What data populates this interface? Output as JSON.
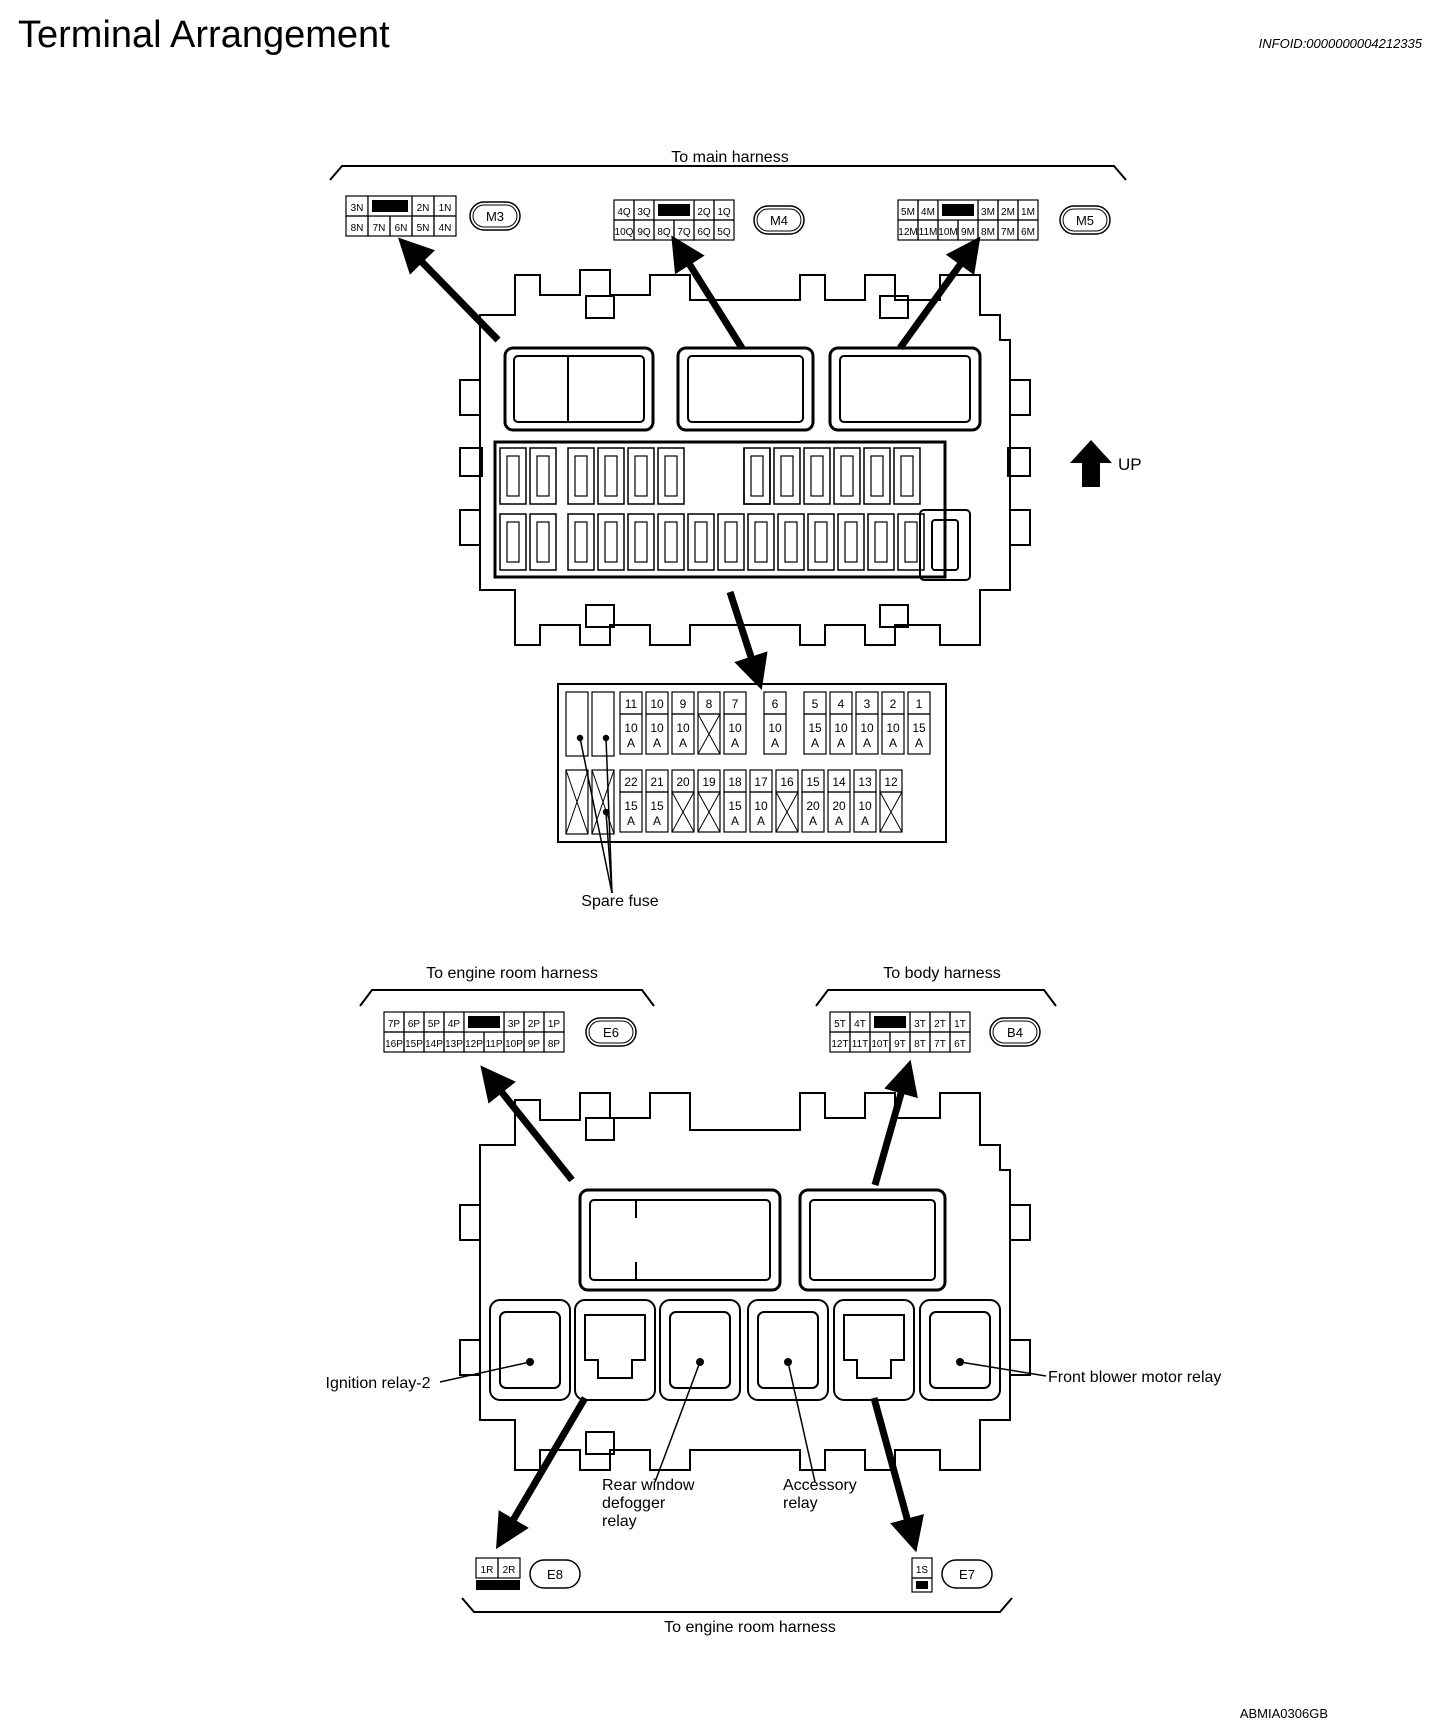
{
  "title": "Terminal Arrangement",
  "info_id": "INFOID:0000000004212335",
  "figure_code": "ABMIA0306GB",
  "labels": {
    "to_main_harness": "To main harness",
    "up": "UP",
    "spare_fuse": "Spare fuse",
    "to_engine_room_harness_top": "To engine room harness",
    "to_body_harness": "To body harness",
    "to_engine_room_harness_bottom": "To engine room harness",
    "ignition_relay_2": "Ignition relay-2",
    "front_blower_motor_relay": "Front blower motor relay",
    "rear_window_defogger_relay": [
      "Rear window",
      "defogger",
      "relay"
    ],
    "accessory_relay": [
      "Accessory",
      "relay"
    ]
  },
  "connectors": {
    "M3": {
      "id": "M3",
      "top": [
        "3N",
        "",
        "",
        "2N",
        "1N"
      ],
      "bottom": [
        "8N",
        "7N",
        "6N",
        "5N",
        "4N"
      ]
    },
    "M4": {
      "id": "M4",
      "top": [
        "4Q",
        "3Q",
        "",
        "",
        "2Q",
        "1Q"
      ],
      "bottom": [
        "10Q",
        "9Q",
        "8Q",
        "7Q",
        "6Q",
        "5Q"
      ]
    },
    "M5": {
      "id": "M5",
      "top": [
        "5M",
        "4M",
        "",
        "",
        "3M",
        "2M",
        "1M"
      ],
      "bottom": [
        "12M",
        "11M",
        "10M",
        "9M",
        "8M",
        "7M",
        "6M"
      ]
    },
    "E6": {
      "id": "E6",
      "top": [
        "7P",
        "6P",
        "5P",
        "4P",
        "",
        "",
        "3P",
        "2P",
        "1P"
      ],
      "bottom": [
        "16P",
        "15P",
        "14P",
        "13P",
        "12P",
        "11P",
        "10P",
        "9P",
        "8P"
      ]
    },
    "B4": {
      "id": "B4",
      "top": [
        "5T",
        "4T",
        "",
        "",
        "3T",
        "2T",
        "1T"
      ],
      "bottom": [
        "12T",
        "11T",
        "10T",
        "9T",
        "8T",
        "7T",
        "6T"
      ]
    },
    "E8": {
      "id": "E8",
      "cells": [
        "1R",
        "2R"
      ]
    },
    "E7": {
      "id": "E7",
      "cells": [
        "1S"
      ]
    }
  },
  "fuses": {
    "top_row": [
      {
        "no": "11",
        "amp": "10",
        "unit": "A"
      },
      {
        "no": "10",
        "amp": "10",
        "unit": "A"
      },
      {
        "no": "9",
        "amp": "10",
        "unit": "A"
      },
      {
        "no": "8",
        "amp": "",
        "unit": ""
      },
      {
        "no": "7",
        "amp": "10",
        "unit": "A"
      },
      {
        "no": "6",
        "amp": "10",
        "unit": "A"
      },
      {
        "no": "5",
        "amp": "15",
        "unit": "A"
      },
      {
        "no": "4",
        "amp": "10",
        "unit": "A"
      },
      {
        "no": "3",
        "amp": "10",
        "unit": "A"
      },
      {
        "no": "2",
        "amp": "10",
        "unit": "A"
      },
      {
        "no": "1",
        "amp": "15",
        "unit": "A"
      }
    ],
    "bottom_row": [
      {
        "no": "22",
        "amp": "15",
        "unit": "A"
      },
      {
        "no": "21",
        "amp": "15",
        "unit": "A"
      },
      {
        "no": "20",
        "amp": "",
        "unit": ""
      },
      {
        "no": "19",
        "amp": "",
        "unit": ""
      },
      {
        "no": "18",
        "amp": "15",
        "unit": "A"
      },
      {
        "no": "17",
        "amp": "10",
        "unit": "A"
      },
      {
        "no": "16",
        "amp": "",
        "unit": ""
      },
      {
        "no": "15",
        "amp": "20",
        "unit": "A"
      },
      {
        "no": "14",
        "amp": "20",
        "unit": "A"
      },
      {
        "no": "13",
        "amp": "10",
        "unit": "A"
      },
      {
        "no": "12",
        "amp": "",
        "unit": ""
      }
    ]
  }
}
